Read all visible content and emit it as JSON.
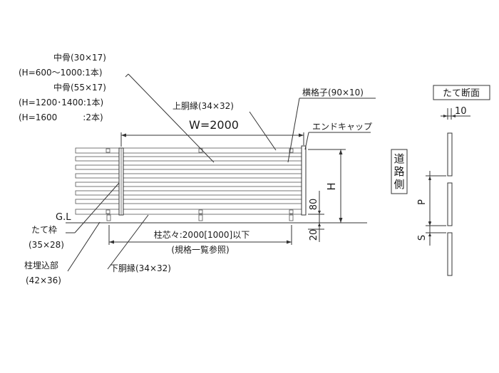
{
  "labels": {
    "mid_frame_1": "中骨(30×17)",
    "mid_frame_1_note": "(H=600～1000:1本)",
    "mid_frame_2": "中骨(55×17)",
    "mid_frame_2_note_a": "(H=1200･1400:1本)",
    "mid_frame_2_note_b": "(H=1600　　　:2本)",
    "upper_frame": "上胴縁(34×32)",
    "width": "W=2000",
    "horizontal_lattice": "横格子(90×10)",
    "end_cap": "エンドキャップ",
    "height_H": "H",
    "dim_80": "80",
    "dim_20": "20",
    "ground_line": "G.L",
    "post_label": "たて枠",
    "post_size": "(35×28)",
    "post_embed_label": "柱埋込部",
    "post_embed_size": "(42×36)",
    "post_pitch": "柱芯々:2000[1000]以下",
    "post_pitch_note": "(規格一覧参照)",
    "lower_frame": "下胴縁(34×32)",
    "section_title": "たて断面",
    "section_thickness": "10",
    "road_side": [
      "道",
      "路",
      "側"
    ],
    "pitch_P": "P",
    "gap_S": "S"
  }
}
